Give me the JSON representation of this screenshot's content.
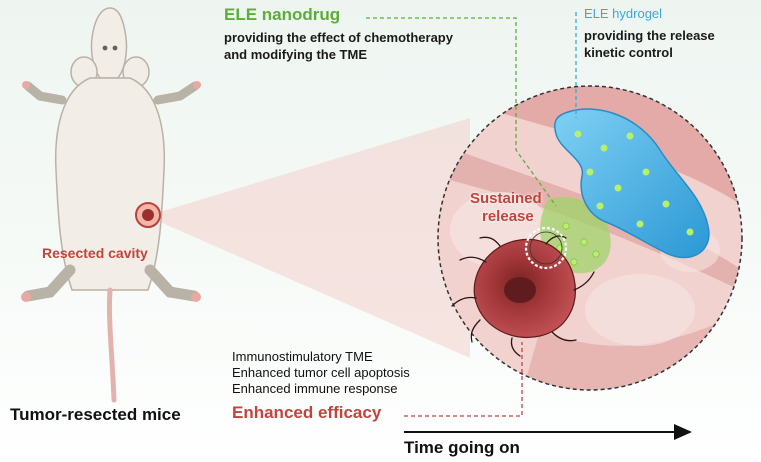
{
  "colors": {
    "nanodrug_green": "#5cae3a",
    "hydrogel_blue": "#3aa9dc",
    "tumor_red": "#b8413d",
    "tissue_pink": "#e9b7b5",
    "text_dark": "#1a1a1a"
  },
  "icons": [
    "mouse-illustration",
    "tumor-mass-icon",
    "hydrogel-blob-icon",
    "nanodrug-particle-icon",
    "time-arrow-icon"
  ],
  "labels": {
    "nanodrug_title": "ELE nanodrug",
    "nanodrug_desc_1": "providing the effect of chemotherapy",
    "nanodrug_desc_2": "and modifying the TME",
    "hydrogel_title": "ELE hydrogel",
    "hydrogel_desc_1": "providing the release",
    "hydrogel_desc_2": "kinetic control",
    "sustained_1": "Sustained",
    "sustained_2": "release",
    "resected_cavity": "Resected cavity",
    "mice_caption": "Tumor-resected mice",
    "outcome_1": "Immunostimulatory TME",
    "outcome_2": "Enhanced tumor cell apoptosis",
    "outcome_3": "Enhanced immune response",
    "efficacy": "Enhanced efficacy",
    "time": "Time going on"
  }
}
